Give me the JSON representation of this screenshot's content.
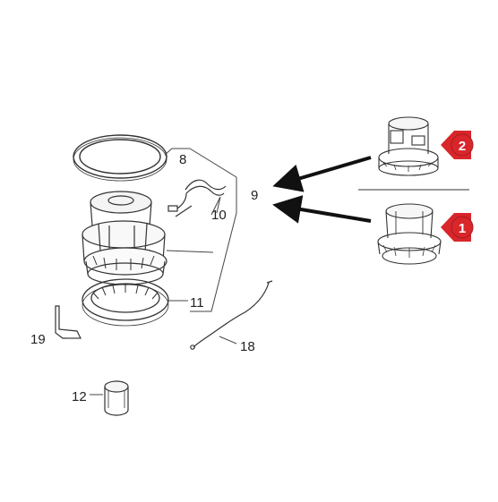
{
  "callouts": {
    "c8": "8",
    "c9": "9",
    "c10": "10",
    "c11": "11",
    "c12": "12",
    "c18": "18",
    "c19": "19"
  },
  "variants": {
    "v1": "1",
    "v2": "2"
  },
  "colors": {
    "badge": "#d8262b",
    "line": "#333333"
  }
}
